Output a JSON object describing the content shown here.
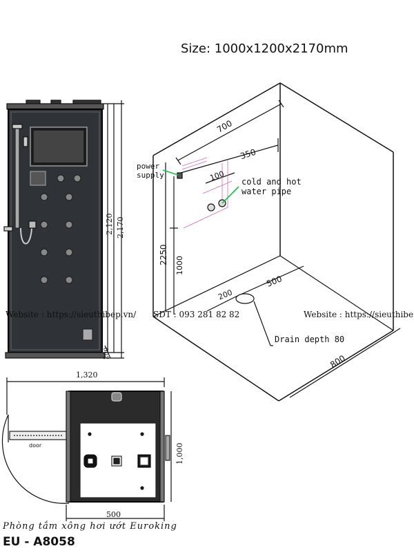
{
  "header": {
    "size_text": "Size: 1000x1200x2170mm"
  },
  "front_view": {
    "dim_inner_height": "2,120",
    "dim_outer_height": "2,170",
    "dim_base": "200"
  },
  "iso_view": {
    "dim_top_width": "700",
    "dim_350": "350",
    "dim_100": "100",
    "dim_2250": "2250",
    "dim_1000": "1000",
    "dim_500": "500",
    "dim_200": "200",
    "dim_800": "800",
    "power_supply": "power\nsupply",
    "water_pipe": "cold and hot\nwater pipe",
    "drain_depth": "Drain depth 80"
  },
  "plan_view": {
    "dim_width": "1,320",
    "dim_depth": "1,000",
    "dim_500": "500",
    "door_label": "door"
  },
  "watermark": {
    "website_left": "Website : https://sieuthibep.vn/",
    "phone": "SDT : 093 281 82 82",
    "website_right": "Website : https://sieuthibe"
  },
  "footer": {
    "product_name": "Phòng tắm xông hơi ướt Euroking",
    "model": "EU - A8058"
  }
}
